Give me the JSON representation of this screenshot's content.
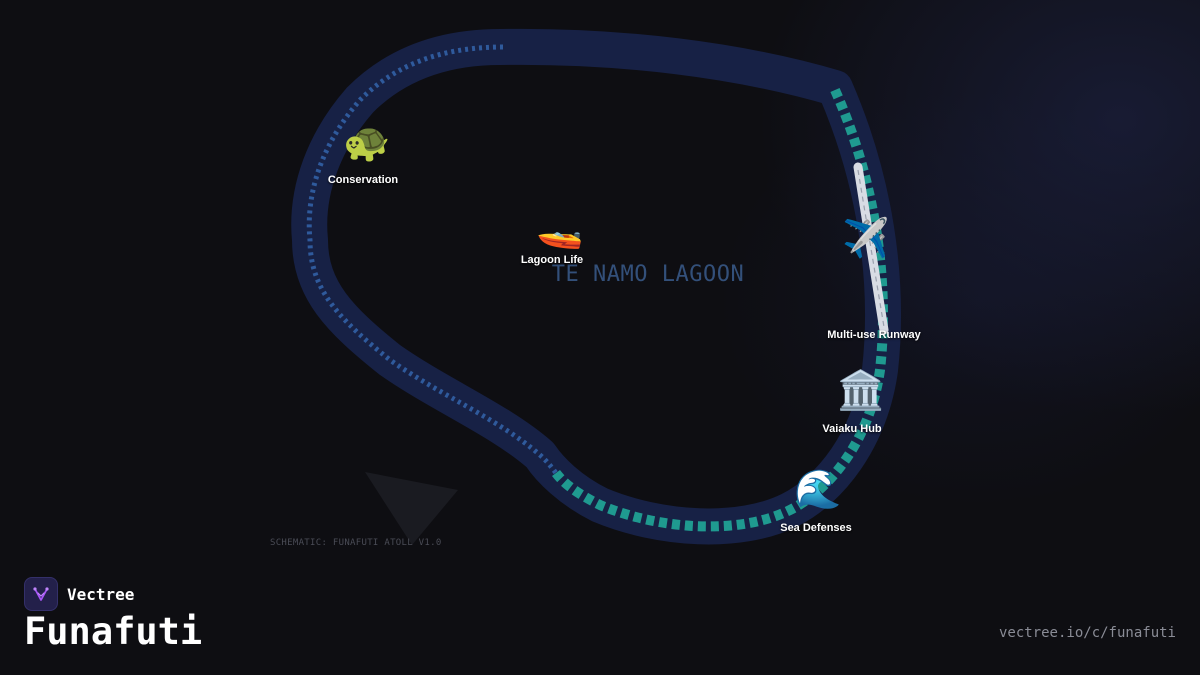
{
  "map": {
    "lagoon_label": "TE NAMO LAGOON",
    "schematic_note": "SCHEMATIC: FUNAFUTI ATOLL V1.0",
    "colors": {
      "background": "#0e0e12",
      "atoll_band": "#172145",
      "route_blue": "#2f5a9c",
      "route_teal": "#1f9a90",
      "runway": "#d8dce4",
      "lagoon_text": "#33507a"
    },
    "points_of_interest": [
      {
        "label": "Conservation",
        "icon": "turtle-icon",
        "glyph": "🐢"
      },
      {
        "label": "Lagoon Life",
        "icon": "speedboat-icon",
        "glyph": "🚤"
      },
      {
        "label": "Multi-use Runway",
        "icon": "airplane-icon",
        "glyph": "✈️"
      },
      {
        "label": "Vaiaku Hub",
        "icon": "classical-building-icon",
        "glyph": "🏛️"
      },
      {
        "label": "Sea Defenses",
        "icon": "water-wave-icon",
        "glyph": "🌊"
      }
    ]
  },
  "footer": {
    "brand_name": "Vectree",
    "brand_icon": "vectree-logo-icon",
    "city_title": "Funafuti",
    "url": "vectree.io/c/funafuti"
  }
}
